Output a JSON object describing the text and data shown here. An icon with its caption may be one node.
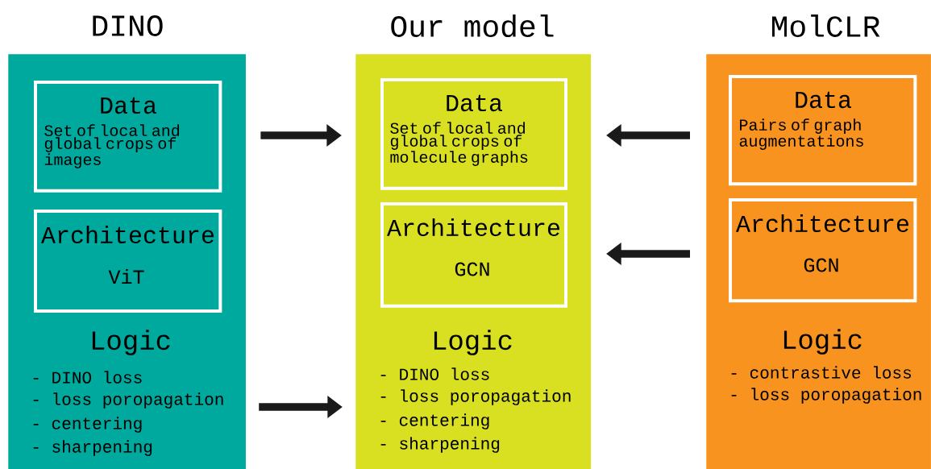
{
  "diagram": {
    "nodes": [
      {
        "text": [
          "DINO",
          "Logic",
          "- DINO loss",
          "- loss poropagation",
          "- centering",
          "- sharpening"
        ]
      },
      {
        "text": [
          "Data",
          "Set of local and global crops of images"
        ],
        "in": 0
      },
      {
        "text": [
          "Architecture",
          "ViT"
        ],
        "in": 0
      },
      {
        "text": [
          "Our model",
          "Logic",
          "- DINO loss",
          "- loss poropagation",
          "- centering",
          "- sharpening"
        ]
      },
      {
        "text": [
          "Data",
          "Set of local and global crops of molecule graphs"
        ],
        "in": 3
      },
      {
        "text": [
          "Architecture",
          "GCN"
        ],
        "in": 3
      },
      {
        "text": [
          "MolCLR",
          "Logic",
          "- contrastive loss",
          "- loss poropagation"
        ]
      },
      {
        "text": [
          "Data",
          "Pairs of graph augmentations"
        ],
        "in": 6
      },
      {
        "text": [
          "Architecture",
          "GCN"
        ],
        "in": 6
      }
    ],
    "edges": [
      {
        "from": 1,
        "to": 4,
        "arrow": "to"
      },
      {
        "from": 0,
        "to": 3,
        "arrow": "to"
      },
      {
        "from": 7,
        "to": 4,
        "arrow": "to"
      },
      {
        "from": 8,
        "to": 5,
        "arrow": "to"
      }
    ]
  }
}
